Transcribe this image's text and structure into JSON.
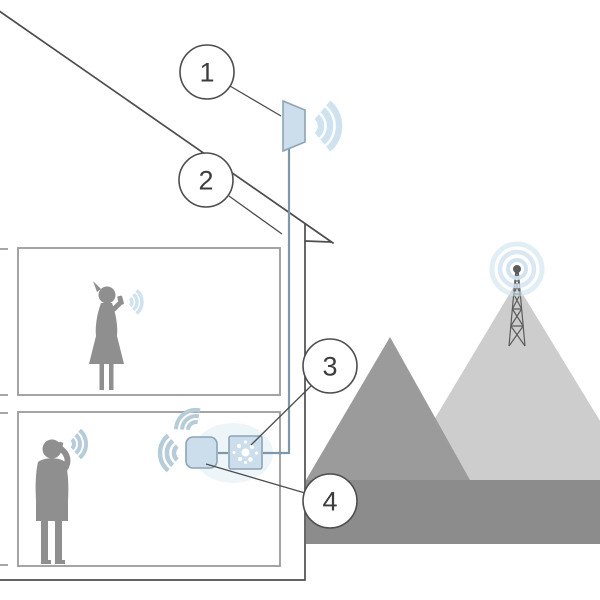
{
  "diagram": {
    "name": "cell-signal-booster-system-diagram",
    "callouts": [
      {
        "label": "1",
        "refers_to": "outdoor-antenna"
      },
      {
        "label": "2",
        "refers_to": "coax-cable"
      },
      {
        "label": "3",
        "refers_to": "signal-booster"
      },
      {
        "label": "4",
        "refers_to": "indoor-antenna"
      }
    ],
    "icons": [
      "outdoor-antenna-icon",
      "coax-cable",
      "signal-booster-icon",
      "paint-splat-icon",
      "indoor-antenna-icon",
      "signal-waves-icon",
      "cell-tower-icon",
      "house-outline",
      "woman-with-phone-silhouette",
      "man-with-phone-silhouette",
      "mountains",
      "ground-band"
    ],
    "colors": {
      "line": "#4d4d4d",
      "room_line": "#9a9a9a",
      "wave": "#cfe2ef",
      "wave_dark": "#b6ccd9",
      "device_fill": "#ccdeeb",
      "device_stroke": "#8ba4b6",
      "cable": "#7e98ab",
      "silhouette": "#8f8f8f",
      "mountain_dark": "#9b9b9b",
      "mountain_light": "#cdcdcd",
      "ground": "#8c8c8c",
      "tower": "#5c5c5c",
      "callout_text": "#3c3c3c"
    }
  }
}
